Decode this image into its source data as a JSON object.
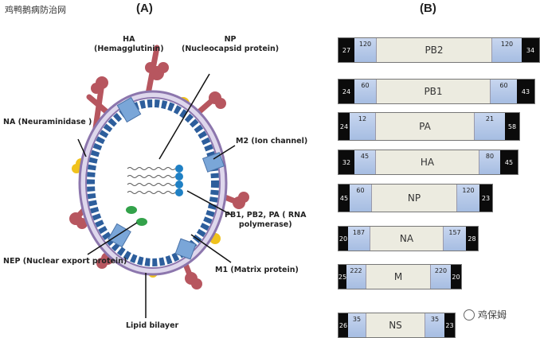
{
  "watermark": "鸡鸭鹅病防治网",
  "panel_a": "(A)",
  "panel_b": "(B)",
  "labels": {
    "ha": "HA\n(Hemagglutinin)",
    "np": "NP\n(Nucleocapsid protein)",
    "na": "NA (Neuraminidase )",
    "m2": "M2 (Ion channel)",
    "pol": "PB1, PB2, PA ( RNA\npolymerase)",
    "nep": "NEP (Nuclear export protein)",
    "m1": "M1 (Matrix protein)",
    "lipid": "Lipid bilayer"
  },
  "segments": [
    {
      "name": "PB2",
      "left": "27",
      "l2": "120",
      "r2": "120",
      "right": "34"
    },
    {
      "name": "PB1",
      "left": "24",
      "l2": "60",
      "r2": "60",
      "right": "43"
    },
    {
      "name": "PA",
      "left": "24",
      "l2": "12",
      "r2": "21",
      "right": "58"
    },
    {
      "name": "HA",
      "left": "32",
      "l2": "45",
      "r2": "80",
      "right": "45"
    },
    {
      "name": "NP",
      "left": "45",
      "l2": "60",
      "r2": "120",
      "right": "23"
    },
    {
      "name": "NA",
      "left": "20",
      "l2": "187",
      "r2": "157",
      "right": "28"
    },
    {
      "name": "M",
      "left": "25",
      "l2": "222",
      "r2": "220",
      "right": "20"
    },
    {
      "name": "NS",
      "left": "26",
      "l2": "35",
      "r2": "35",
      "right": "23"
    }
  ],
  "logo_text": "鸡保姆",
  "colors": {
    "envelope": "#8c76ad",
    "matrix": "#2d5e9c",
    "ha": "#b7565f",
    "na": "#f0c21c",
    "m2": "#7aa6d8"
  }
}
